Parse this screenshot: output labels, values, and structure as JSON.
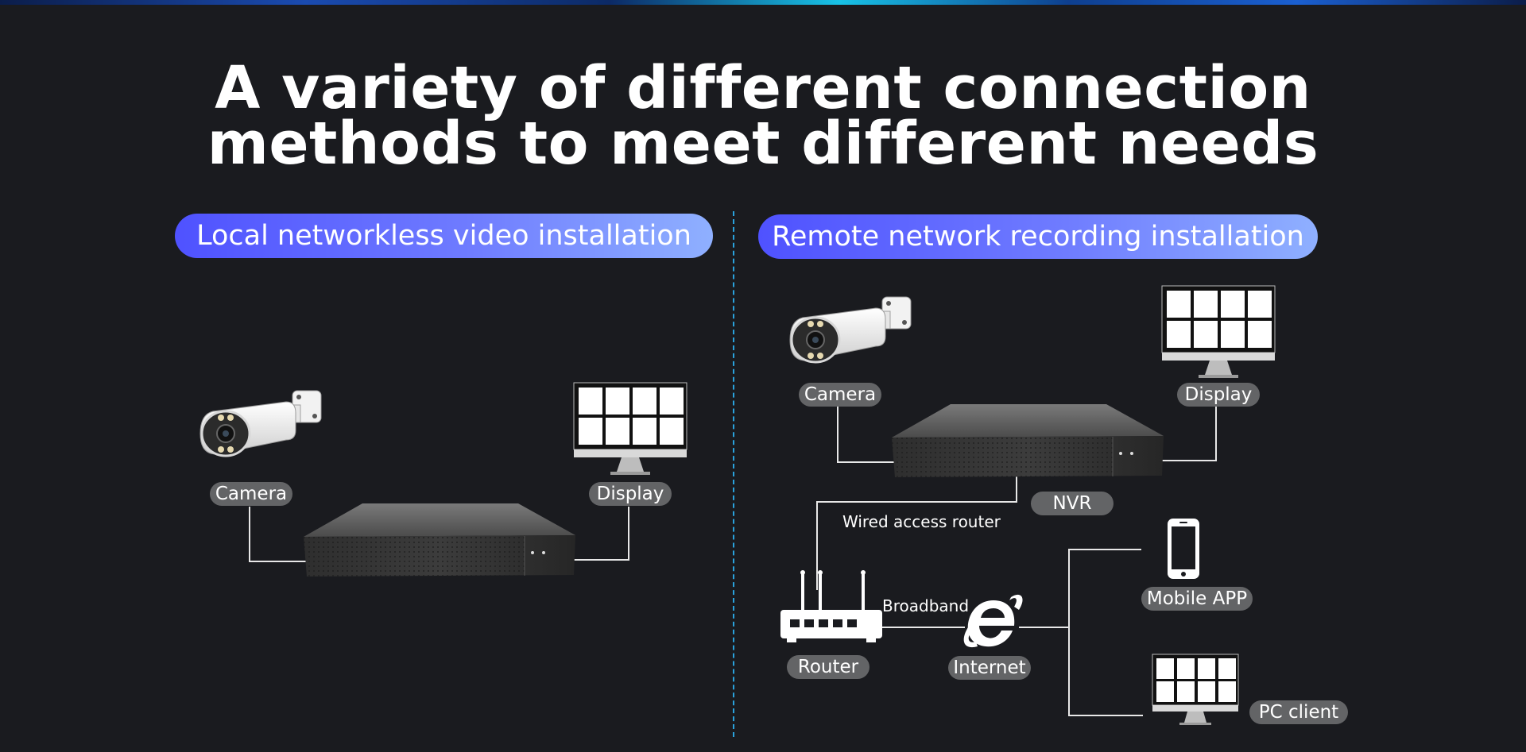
{
  "title": {
    "line1": "A variety of different connection",
    "line2": "methods to meet different needs"
  },
  "left_panel": {
    "header": "Local networkless video installation",
    "labels": {
      "camera": "Camera",
      "display": "Display"
    }
  },
  "right_panel": {
    "header": "Remote network recording installation",
    "labels": {
      "camera": "Camera",
      "display": "Display",
      "nvr": "NVR",
      "wired_access_router": "Wired access router",
      "broadband": "Broadband",
      "router": "Router",
      "internet": "Internet",
      "mobile_app": "Mobile APP",
      "pc_client": "PC client"
    }
  },
  "icons": [
    "camera-icon",
    "monitor-icon",
    "nvr-recorder-icon",
    "router-icon",
    "internet-explorer-icon",
    "smartphone-icon"
  ],
  "colors": {
    "background": "#1a1b1f",
    "header_gradient_start": "#4f52ff",
    "header_gradient_end": "#8fb0ff",
    "label_background": "#636466",
    "divider": "#2aa2dc"
  }
}
